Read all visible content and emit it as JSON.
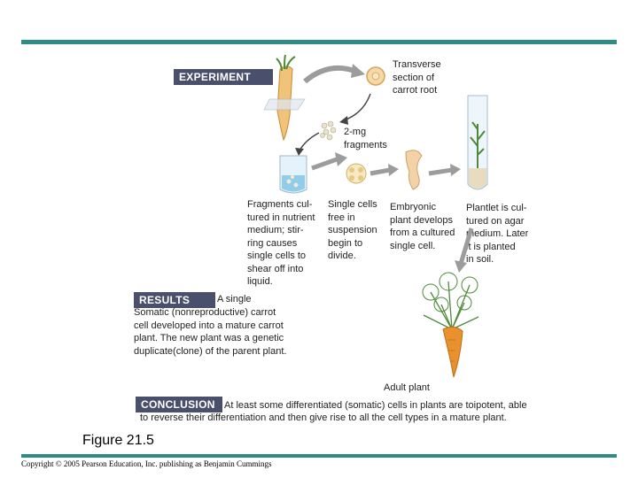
{
  "labels": {
    "experiment": "EXPERIMENT",
    "results": "RESULTS",
    "conclusion": "CONCLUSION"
  },
  "captions": {
    "transverse": [
      "Transverse",
      "section of",
      "carrot root"
    ],
    "fragments": [
      "2-mg",
      "fragments"
    ],
    "step1": [
      "Fragments cul-",
      "tured in nutrient",
      "medium; stir-",
      "ring causes",
      "single cells to",
      "shear off into",
      "liquid."
    ],
    "step2": [
      "Single cells",
      "free in",
      "suspension",
      "begin to",
      "divide."
    ],
    "step3": [
      "Embryonic",
      "plant develops",
      "from a cultured",
      "single cell."
    ],
    "step4": [
      "Plantlet is cul-",
      "tured on agar",
      "medium. Later",
      "it is planted",
      "in soil."
    ],
    "adult": "Adult plant"
  },
  "results_text": "A single Somatic (nonreproductive) carrot cell developed into a mature carrot plant. The new plant was a genetic duplicate(clone) of the parent plant.",
  "results_lines": [
    "Somatic (nonreproductive) carrot",
    "cell developed into a mature carrot",
    "plant. The new plant was a genetic",
    "duplicate(clone) of the parent plant."
  ],
  "results_first": "A single",
  "conclusion_first": "At least some differentiated (somatic) cells in plants are toipotent, able",
  "conclusion_second": "to reverse their differentiation and then give rise to all the cell types in a mature plant.",
  "figure_title": "Figure 21.5",
  "copyright": "Copyright © 2005 Pearson Education, Inc. publishing as Benjamin Cummings",
  "colors": {
    "teal": "#2e8b85",
    "label_bg": "#4a4f6b",
    "carrot": "#e8912e",
    "leaf": "#4f8a3a",
    "arrow": "#9c9c9c"
  }
}
